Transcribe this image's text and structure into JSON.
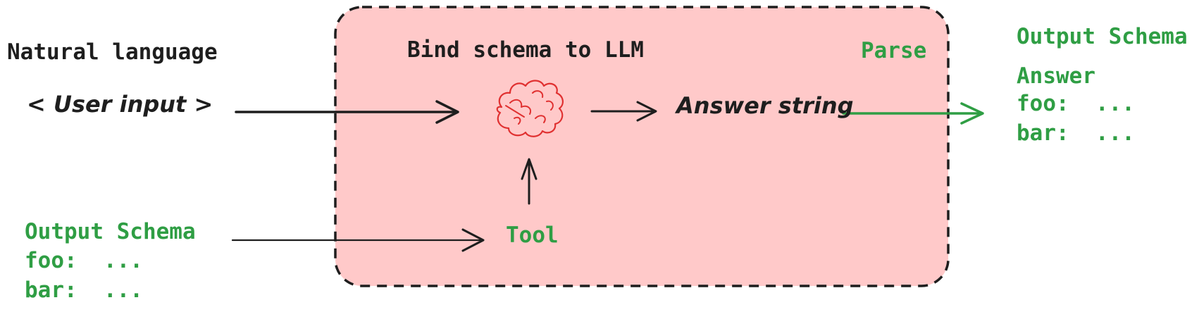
{
  "colors": {
    "ink": "#1e1e1e",
    "green": "#2f9e44",
    "pink": "#ffc9c9",
    "red": "#e03131"
  },
  "left": {
    "natural_language": "Natural language",
    "user_input": "< User input >",
    "schema_title": "Output Schema",
    "schema_foo": "foo:  ...",
    "schema_bar": "bar:  ..."
  },
  "box": {
    "bind_label": "Bind schema to LLM",
    "parse_label": "Parse",
    "answer_string": "Answer string",
    "tool_label": "Tool"
  },
  "right": {
    "schema_title": "Output Schema",
    "answer_label": "Answer",
    "foo": "foo:  ...",
    "bar": "bar:  ..."
  },
  "icons": {
    "brain": "brain-icon"
  }
}
